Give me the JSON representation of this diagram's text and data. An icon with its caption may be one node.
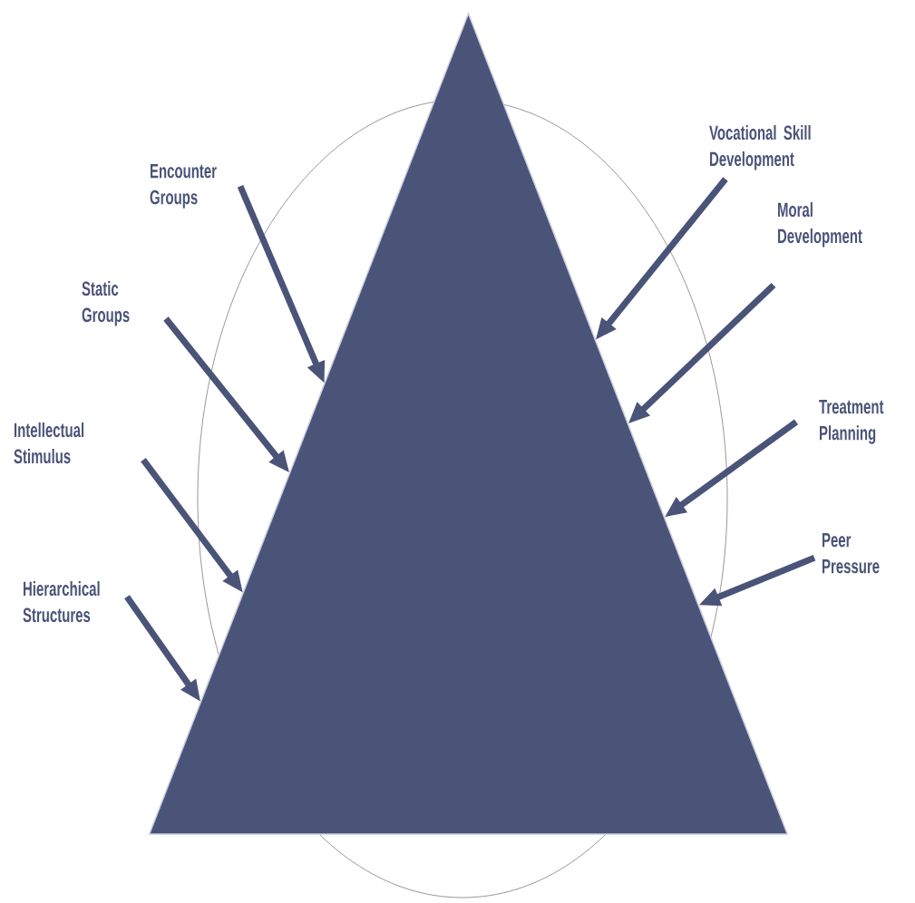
{
  "diagram": {
    "nodes": [
      {
        "text": [],
        "shape": "triangle"
      },
      {
        "text": [
          "Encounter Groups"
        ]
      },
      {
        "text": [
          "Static Groups"
        ]
      },
      {
        "text": [
          "Intellectual Stimulus"
        ]
      },
      {
        "text": [
          "Hierarchical Structures"
        ]
      },
      {
        "text": [
          "Vocational Skill Development"
        ]
      },
      {
        "text": [
          "Moral Development"
        ]
      },
      {
        "text": [
          "Treatment Planning"
        ]
      },
      {
        "text": [
          "Peer Pressure"
        ]
      }
    ],
    "edges": [
      {
        "from": 1,
        "to": 0,
        "arrow": "to"
      },
      {
        "from": 2,
        "to": 0,
        "arrow": "to"
      },
      {
        "from": 3,
        "to": 0,
        "arrow": "to"
      },
      {
        "from": 4,
        "to": 0,
        "arrow": "to"
      },
      {
        "from": 5,
        "to": 0,
        "arrow": "to"
      },
      {
        "from": 6,
        "to": 0,
        "arrow": "to"
      },
      {
        "from": 7,
        "to": 0,
        "arrow": "to"
      },
      {
        "from": 8,
        "to": 0,
        "arrow": "to"
      }
    ]
  }
}
